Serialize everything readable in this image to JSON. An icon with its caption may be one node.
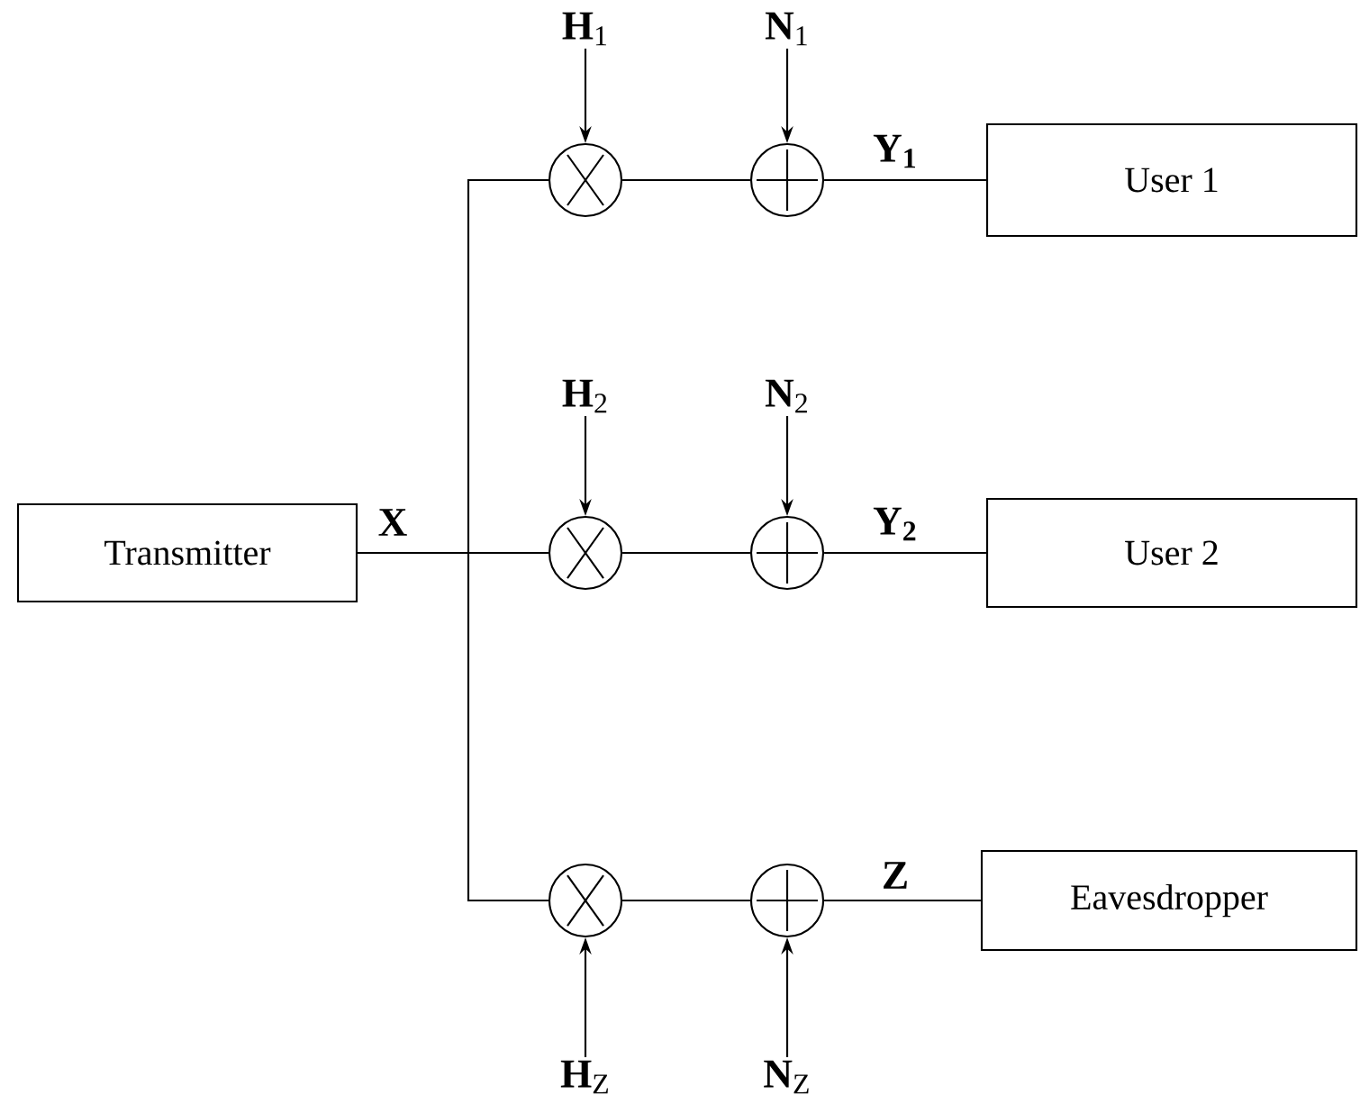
{
  "diagram": {
    "nodes": [
      {
        "text": [
          "Transmitter"
        ]
      },
      {
        "text": [
          "**H**$_{1}$"
        ]
      },
      {
        "text": [
          "**N**$_{1}$"
        ]
      },
      {
        "text": [],
        "shape": "circle"
      },
      {
        "text": [],
        "shape": "circle"
      },
      {
        "text": [
          "User 1"
        ]
      },
      {
        "text": [
          "**H**$_{2}$"
        ]
      },
      {
        "text": [
          "**N**$_{2}$"
        ]
      },
      {
        "text": [],
        "shape": "circle"
      },
      {
        "text": [],
        "shape": "circle"
      },
      {
        "text": [
          "User 2"
        ]
      },
      {
        "text": [],
        "shape": "circle"
      },
      {
        "text": [],
        "shape": "circle"
      },
      {
        "text": [
          "Eavesdropper"
        ]
      },
      {
        "text": [
          "**H**$_{Z}$"
        ]
      },
      {
        "text": [
          "**N**$_{Z}$"
        ]
      }
    ],
    "edges": [
      {
        "from": 0,
        "to": 3,
        "arrow": "none",
        "label": "X"
      },
      {
        "from": 0,
        "to": 8,
        "arrow": "none"
      },
      {
        "from": 0,
        "to": 11,
        "arrow": "none"
      },
      {
        "from": 1,
        "to": 3,
        "arrow": "to"
      },
      {
        "from": 2,
        "to": 4,
        "arrow": "to"
      },
      {
        "from": 3,
        "to": 4,
        "arrow": "none"
      },
      {
        "from": 4,
        "to": 5,
        "arrow": "none",
        "label": "**Y**$_{1}$"
      },
      {
        "from": 6,
        "to": 8,
        "arrow": "to"
      },
      {
        "from": 7,
        "to": 9,
        "arrow": "to"
      },
      {
        "from": 8,
        "to": 9,
        "arrow": "none"
      },
      {
        "from": 9,
        "to": 10,
        "arrow": "none",
        "label": "**Y**$_{2}$"
      },
      {
        "from": 11,
        "to": 12,
        "arrow": "none"
      },
      {
        "from": 12,
        "to": 13,
        "arrow": "none",
        "label": "Z"
      },
      {
        "from": 14,
        "to": 11,
        "arrow": "to"
      },
      {
        "from": 15,
        "to": 12,
        "arrow": "to"
      }
    ]
  }
}
